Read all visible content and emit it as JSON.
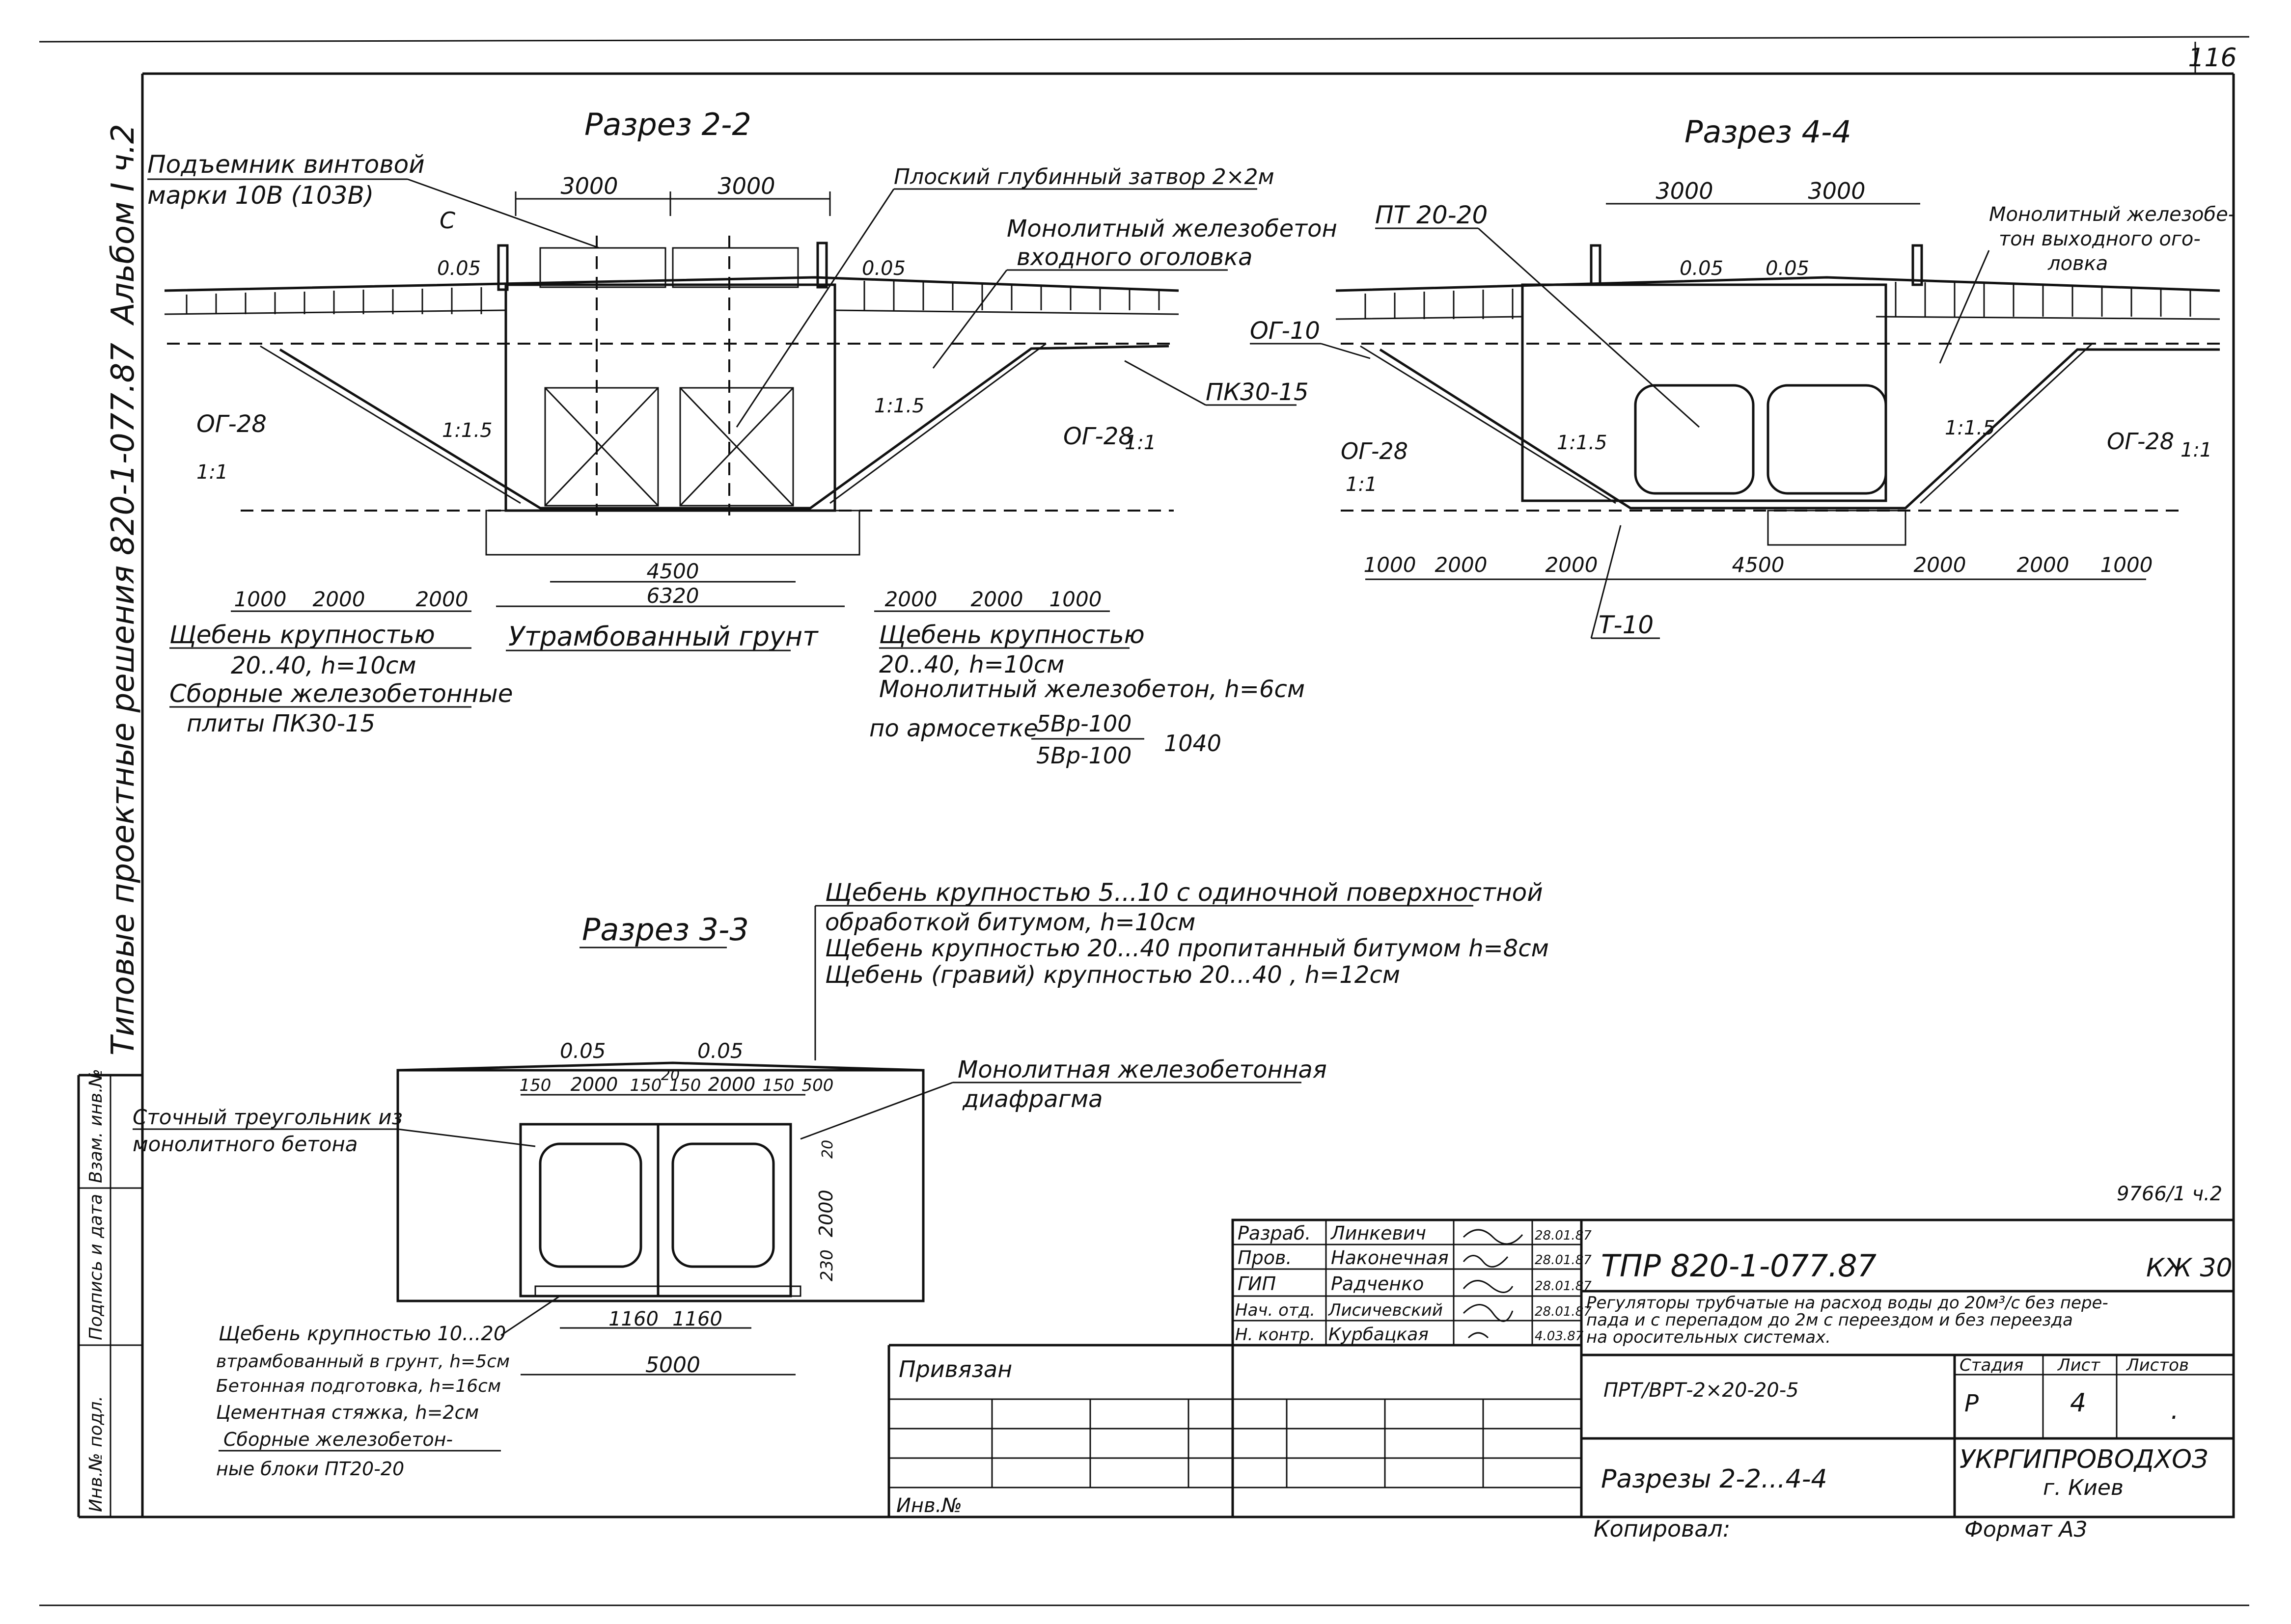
{
  "sheet_number": "116",
  "side_labels": {
    "album": "Альбом I ч.2",
    "series": "Типовые проектные решения 820-1-077.87",
    "inv_podl": "Инв.№ подл.",
    "podpis_data": "Подпись и дата",
    "vzam_inv": "Взам. инв.№"
  },
  "section_2_2": {
    "title": "Разрез 2-2",
    "lift_label_1": "Подъемник винтовой",
    "lift_label_2": "марки 10В (103В)",
    "gate_label": "Плоский глубинный затвор 2×2м",
    "concrete_label_1": "Монолитный железобетон",
    "concrete_label_2": "входного оголовка",
    "c_label": "С",
    "dim_3000_a": "3000",
    "dim_3000_b": "3000",
    "slope_left": "0.05",
    "slope_right": "0.05",
    "og28_left": "ОГ-28",
    "og28_right": "ОГ-28",
    "pk30": "ПК30-15",
    "ratio_15_a": "1:1.5",
    "ratio_15_b": "1:1.5",
    "ratio_1_a": "1:1",
    "ratio_1_b": "1:1",
    "dim_4500": "4500",
    "dim_6320": "6320",
    "dim_l_1000": "1000",
    "dim_l_2000a": "2000",
    "dim_l_2000b": "2000",
    "dim_r_2000a": "2000",
    "dim_r_2000b": "2000",
    "dim_r_1000": "1000",
    "gravel_left_1": "Щебень крупностью",
    "gravel_left_2": "20..40,  h=10см",
    "slabs_left_1": "Сборные железобетонные",
    "slabs_left_2": "плиты ПК30-15",
    "soil": "Утрамбованный грунт",
    "gravel_right_1": "Щебень крупностью",
    "gravel_right_2": "20..40, h=10см",
    "monolith_right": "Монолитный железобетон, h=6см",
    "mesh": "по армосетке",
    "mesh_top": "5Вр-100",
    "mesh_bottom": "5Вр-100",
    "mesh_len": "1040"
  },
  "section_4_4": {
    "title": "Разрез 4-4",
    "pt_label": "ПТ 20-20",
    "dim_3000_a": "3000",
    "dim_3000_b": "3000",
    "monolith_1": "Монолитный железобе-",
    "monolith_2": "тон выходного ого-",
    "monolith_3": "ловка",
    "slope_left": "0.05",
    "slope_right": "0.05",
    "og10": "ОГ-10",
    "og28_left": "ОГ-28",
    "og28_right": "ОГ-28",
    "ratio_15_a": "1:1.5",
    "ratio_15_b": "1:1.5",
    "ratio_1_a": "1:1",
    "ratio_1_b": "1:1",
    "dim_1000_l": "1000",
    "dim_2000_a": "2000",
    "dim_2000_b": "2000",
    "dim_4500": "4500",
    "dim_2000_c": "2000",
    "dim_2000_d": "2000",
    "dim_1000_r": "1000",
    "t10": "Т-10"
  },
  "section_3_3": {
    "title": "Разрез 3-3",
    "layer_1a": "Щебень крупностью  5...10 с одиночной поверхностной",
    "layer_1b": "обработкой битумом, h=10см",
    "layer_2": "Щебень крупностью 20...40 пропитанный битумом h=8см",
    "layer_3": "Щебень (гравий) крупностью 20...40   , h=12см",
    "diaphragm_1": "Монолитная железобетонная",
    "diaphragm_2": "диафрагма",
    "triangle_1": "Сточный треугольник из",
    "triangle_2": "монолитного бетона",
    "slope_left": "0.05",
    "slope_right": "0.05",
    "d150a": "150",
    "d2000a": "2000",
    "d150b": "150",
    "d20top": "20",
    "d150c": "150",
    "d2000b": "2000",
    "d150d": "150",
    "d500": "500",
    "v20": "20",
    "v2000": "2000",
    "v230": "230",
    "d1160a": "1160",
    "d1160b": "1160",
    "d5000": "5000",
    "bottom_1": "Щебень крупностью 10...20",
    "bottom_2": "втрамбованный в грунт, h=5см",
    "bottom_3": "Бетонная подготовка, h=16см",
    "bottom_4": "Цементная стяжка, h=2см",
    "bottom_5": "Сборные железобетон-",
    "bottom_6": "ные блоки ПТ20-20"
  },
  "stamp": {
    "archive_no": "9766/1 ч.2",
    "code": "ТПР  820-1-077.87",
    "mark": "КЖ 30",
    "roles": [
      "Разраб.",
      "Пров.",
      "ГИП",
      "Нач. отд.",
      "Н. контр."
    ],
    "names": [
      "Линкевич",
      "Наконечная",
      "Радченко",
      "Лисичевский",
      "Курбацкая"
    ],
    "dates": [
      "28.01.87",
      "28.01.87",
      "28.01.87",
      "28.01.87",
      "4.03.87"
    ],
    "desc_1": "Регуляторы трубчатые на расход воды до 20м³/с без пере-",
    "desc_2": "пада и с перепадом до 2м с переездом и без переезда",
    "desc_3": "на оросительных системах.",
    "prt": "ПРТ/ВРТ-2×20-20-5",
    "stage_h": "Стадия",
    "sheet_h": "Лист",
    "sheets_h": "Листов",
    "stage": "Р",
    "sheet": "4",
    "sheets": ".",
    "title": "Разрезы 2-2...4-4",
    "org_1": "УКРГИПРОВОДХОЗ",
    "org_2": "г. Киев",
    "privyazan": "Привязан",
    "inv_no": "Инв.№",
    "copied": "Копировал:",
    "format": "Формат А3"
  }
}
